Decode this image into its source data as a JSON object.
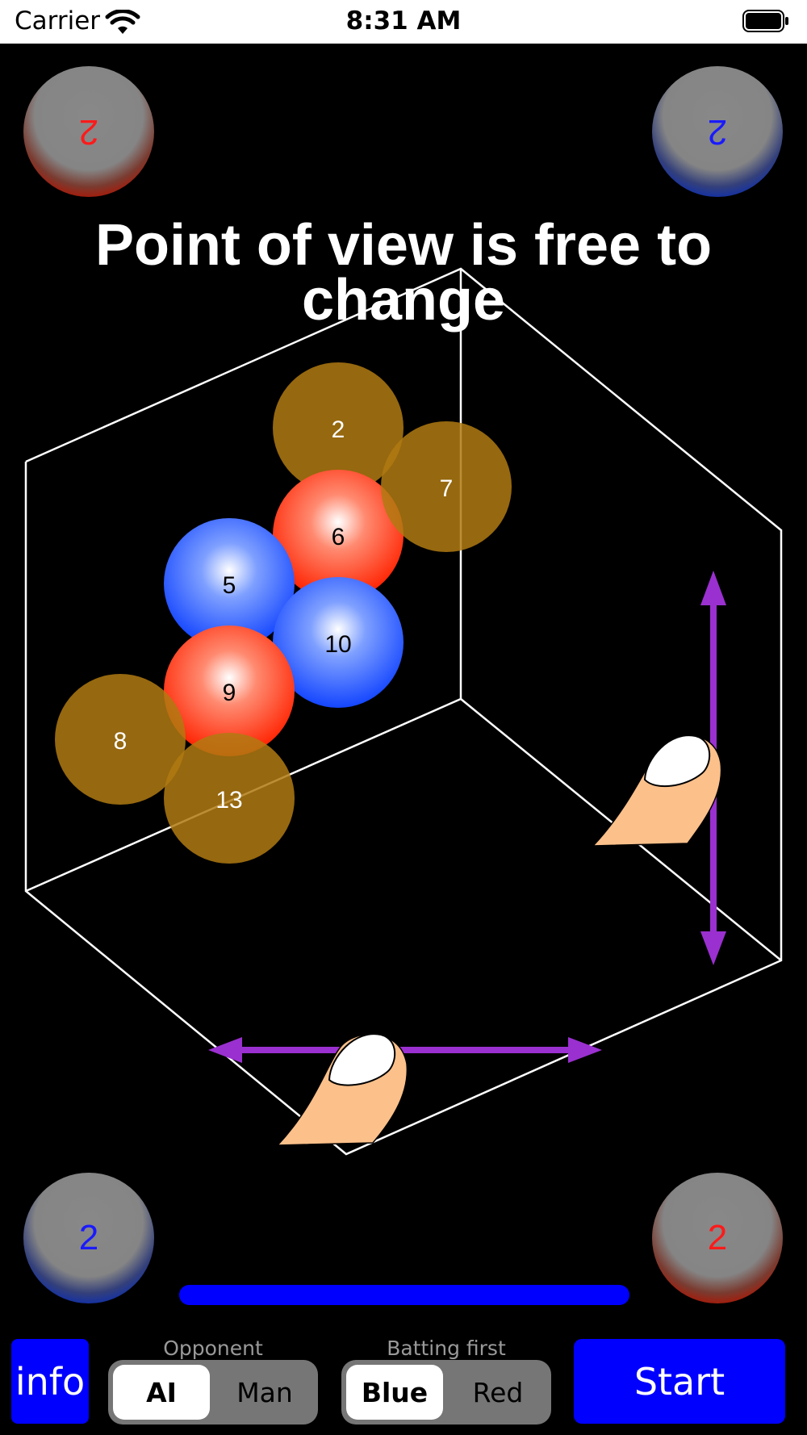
{
  "status_bar": {
    "carrier": "Carrier",
    "time": "8:31 AM"
  },
  "title": "Point of view is free to change",
  "corner_counters": {
    "top_left": "2",
    "top_right": "2",
    "bottom_left": "2",
    "bottom_right": "2"
  },
  "balls": [
    {
      "label": "2",
      "color": "gold"
    },
    {
      "label": "7",
      "color": "gold"
    },
    {
      "label": "6",
      "color": "red"
    },
    {
      "label": "5",
      "color": "blue"
    },
    {
      "label": "10",
      "color": "blue"
    },
    {
      "label": "9",
      "color": "red"
    },
    {
      "label": "8",
      "color": "gold"
    },
    {
      "label": "13",
      "color": "gold"
    }
  ],
  "colors": {
    "accent": "#0000ff",
    "red_ball": "#ff2a00",
    "blue_ball": "#1a50ff",
    "gold_ball": "#a07010",
    "gesture_arrow": "#9a30d0"
  },
  "controls": {
    "info_label": "info",
    "opponent": {
      "label": "Opponent",
      "options": [
        "AI",
        "Man"
      ],
      "selected": "AI"
    },
    "batting_first": {
      "label": "Batting first",
      "options": [
        "Blue",
        "Red"
      ],
      "selected": "Blue"
    },
    "start_label": "Start"
  }
}
